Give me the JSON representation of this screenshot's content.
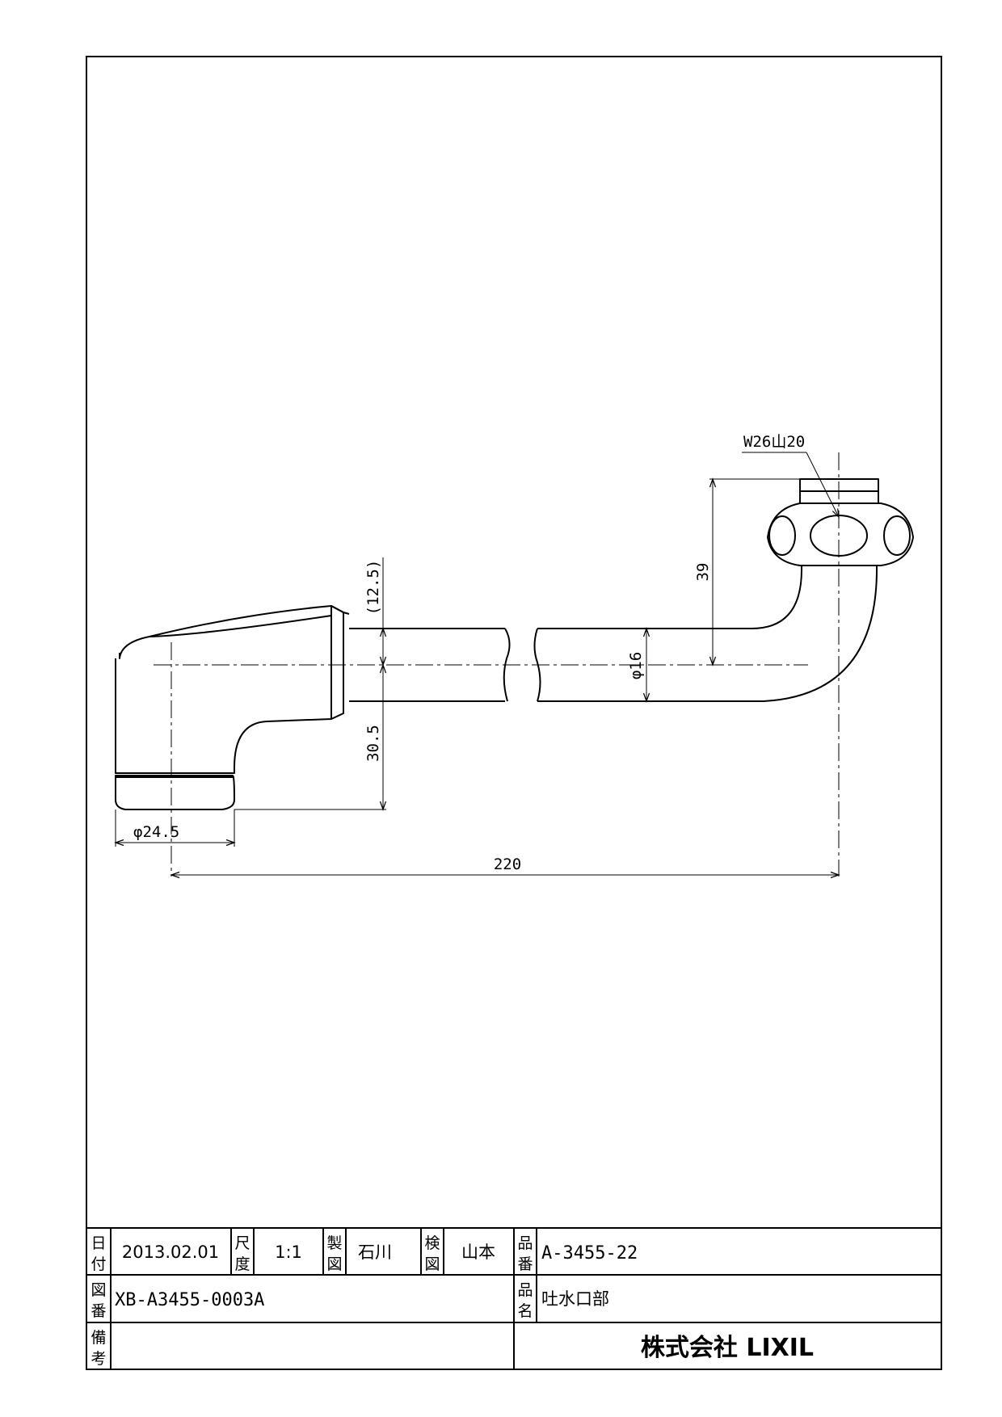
{
  "dimensions": {
    "thread": "W26山20",
    "height_39": "39",
    "offset_12_5": "(12.5)",
    "pipe_dia": "φ16",
    "drop_30_5": "30.5",
    "outlet_dia": "φ24.5",
    "length_220": "220"
  },
  "title_block": {
    "date_label": [
      "日",
      "付"
    ],
    "date_value": "2013.02.01",
    "scale_label": [
      "尺",
      "度"
    ],
    "scale_value": "1:1",
    "drawn_label": [
      "製",
      "図"
    ],
    "drawn_value": "石川",
    "checked_label": [
      "検",
      "図"
    ],
    "checked_value": "山本",
    "part_no_label": [
      "品",
      "番"
    ],
    "part_no_value": "A-3455-22",
    "drawing_no_label": [
      "図",
      "番"
    ],
    "drawing_no_value": "XB-A3455-0003A",
    "part_name_label": [
      "品",
      "名"
    ],
    "part_name_value": "吐水口部",
    "remarks_label": [
      "備",
      "考"
    ],
    "company": "株式会社 LIXIL"
  }
}
